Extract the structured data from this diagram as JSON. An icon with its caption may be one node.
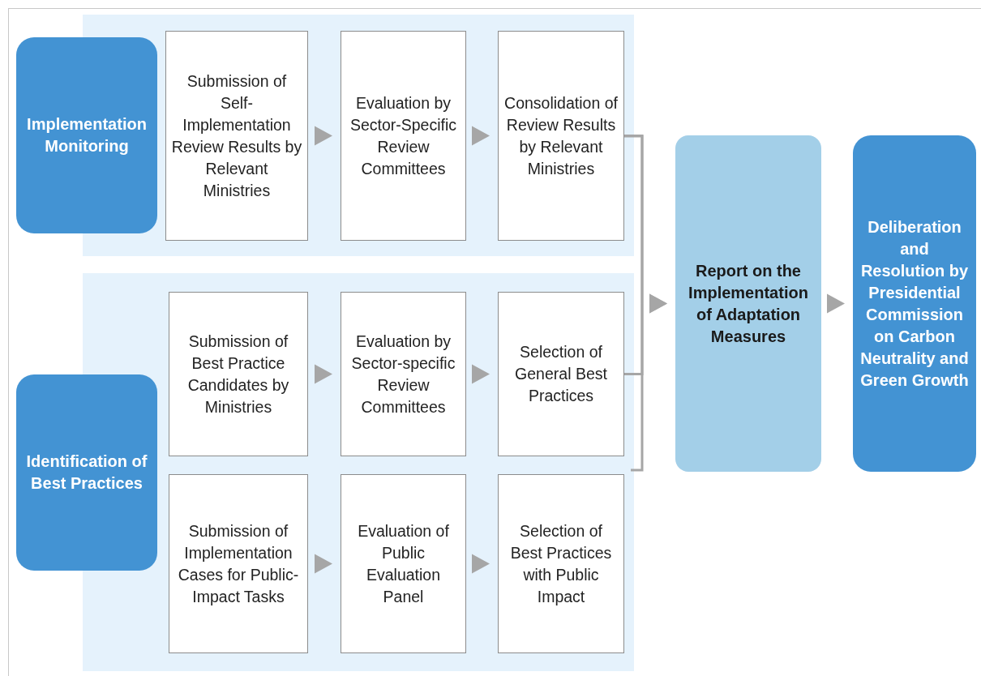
{
  "diagram": {
    "nodes": [
      {
        "text": [
          "Implementation Monitoring"
        ]
      },
      {
        "text": [
          "Submission of Self-Implementation Review Results by Relevant Ministries"
        ]
      },
      {
        "text": [
          "Evaluation by Sector-Specific Review Committees"
        ]
      },
      {
        "text": [
          "Consolidation of Review Results by Relevant Ministries"
        ]
      },
      {
        "text": [
          "Identification of Best Practices"
        ]
      },
      {
        "text": [
          "Submission of Best Practice Candidates by Ministries"
        ]
      },
      {
        "text": [
          "Evaluation by Sector-specific Review Committees"
        ]
      },
      {
        "text": [
          "Selection of General Best Practices"
        ]
      },
      {
        "text": [
          "Submission of Implementation Cases for Public-Impact Tasks"
        ]
      },
      {
        "text": [
          "Evaluation of Public Evaluation Panel"
        ]
      },
      {
        "text": [
          "Selection of Best Practices with Public Impact"
        ]
      },
      {
        "text": [
          "Report on the Implementation of Adaptation Measures"
        ]
      },
      {
        "text": [
          "Deliberation and Resolution by Presidential Commission on Carbon Neutrality and Green Growth"
        ]
      }
    ],
    "edges": [
      {
        "from": 1,
        "to": 2,
        "arrow": "to"
      },
      {
        "from": 2,
        "to": 3,
        "arrow": "to"
      },
      {
        "from": 5,
        "to": 6,
        "arrow": "to"
      },
      {
        "from": 6,
        "to": 7,
        "arrow": "to"
      },
      {
        "from": 8,
        "to": 9,
        "arrow": "to"
      },
      {
        "from": 9,
        "to": 10,
        "arrow": "to"
      },
      {
        "from": 3,
        "to": 11,
        "arrow": "to"
      },
      {
        "from": 7,
        "to": 11,
        "arrow": "to"
      },
      {
        "from": 11,
        "to": 12,
        "arrow": "to"
      }
    ]
  }
}
